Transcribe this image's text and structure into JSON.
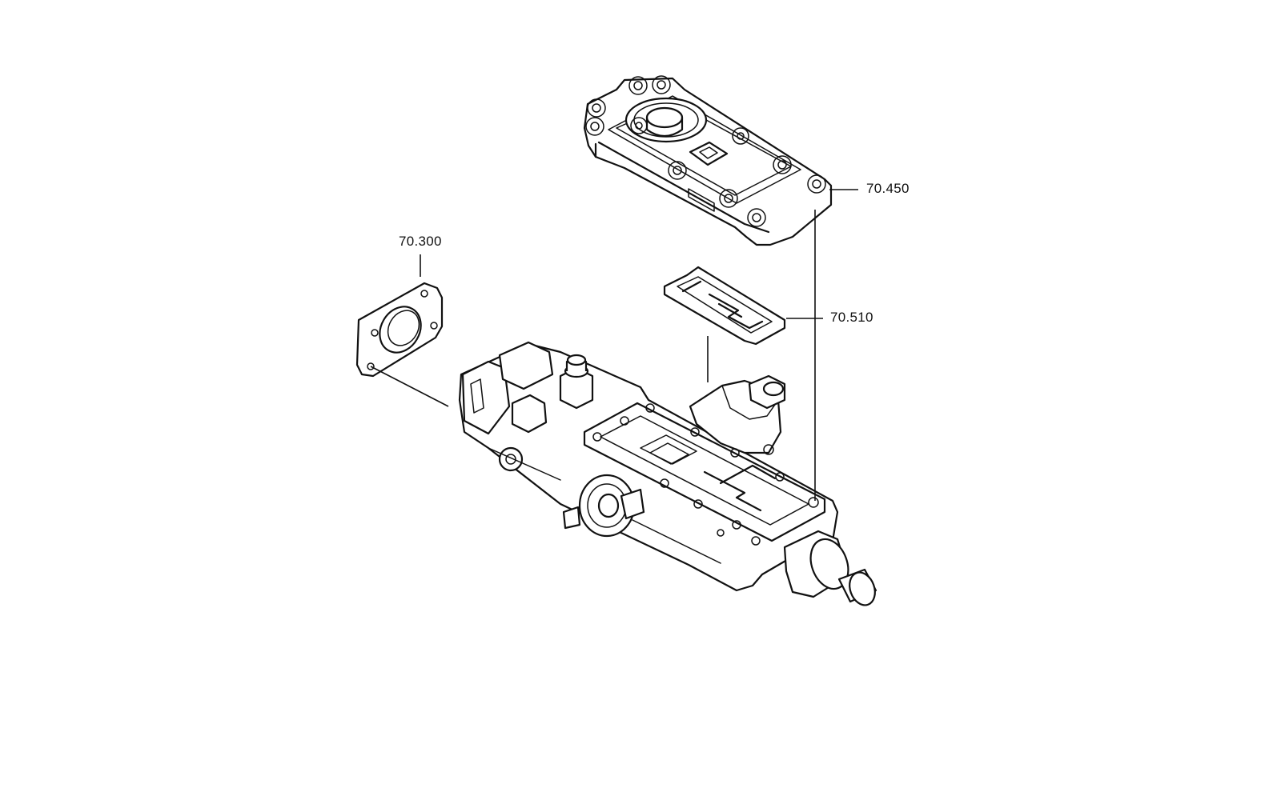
{
  "callouts": {
    "cover": "70.450",
    "gasket_plate": "70.510",
    "flange_gasket": "70.300"
  }
}
